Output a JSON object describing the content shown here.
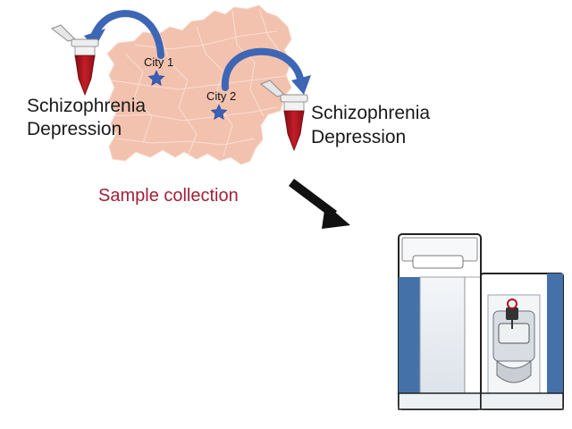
{
  "map": {
    "city1_label": "City 1",
    "city2_label": "City 2"
  },
  "left_sample": {
    "line1": "Schizophrenia",
    "line2": "Depression"
  },
  "right_sample": {
    "line1": "Schizophrenia",
    "line2": "Depression"
  },
  "caption": "Sample collection",
  "colors": {
    "map_fill": "#f2c2ae",
    "blood": "#b0151d",
    "curved_arrow": "#3d66b5",
    "caption": "#a3203a",
    "instrument_blue": "#4471a8"
  }
}
